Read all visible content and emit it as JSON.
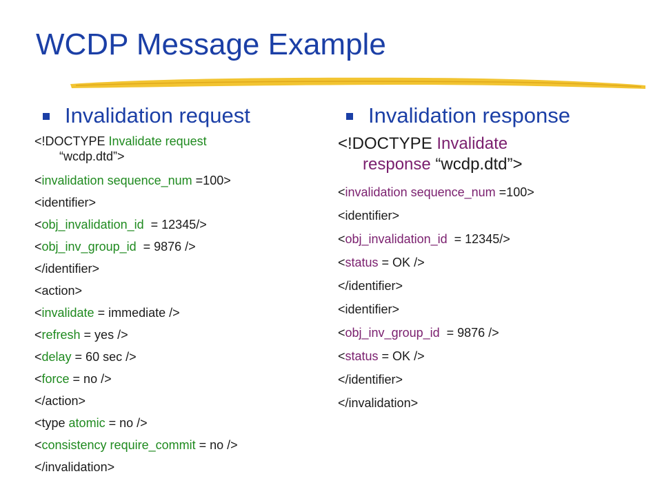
{
  "slide": {
    "title": "WCDP Message Example"
  },
  "left": {
    "heading": "Invalidation request",
    "doctype": {
      "pre": "<!DOCTYPE ",
      "g1": "Invalidate request",
      "post": "“wcdp.dtd”>"
    },
    "lines": [
      {
        "pre": "<",
        "kw": "invalidation sequence_num",
        "post": " =100>"
      },
      {
        "pre": "<identifier>",
        "kw": "",
        "post": ""
      },
      {
        "pre": "<",
        "kw": "obj_invalidation_id",
        "post": "  = 12345/>"
      },
      {
        "pre": "<",
        "kw": "obj_inv_group_id",
        "post": "  = 9876 />"
      },
      {
        "pre": "</identifier>",
        "kw": "",
        "post": ""
      },
      {
        "pre": "<action>",
        "kw": "",
        "post": ""
      },
      {
        "pre": "<",
        "kw": "invalidate",
        "post": " = immediate />"
      },
      {
        "pre": "<",
        "kw": "refresh",
        "post": " = yes />"
      },
      {
        "pre": "<",
        "kw": "delay",
        "post": " = 60 sec />"
      },
      {
        "pre": "<",
        "kw": "force",
        "post": " = no />"
      },
      {
        "pre": "</action>",
        "kw": "",
        "post": ""
      },
      {
        "pre": "<type ",
        "kw": "atomic",
        "post": " = no />"
      },
      {
        "pre": "<",
        "kw": "consistency require_commit",
        "post": " = no />"
      },
      {
        "pre": "</invalidation>",
        "kw": "",
        "post": ""
      }
    ]
  },
  "right": {
    "heading": "Invalidation response",
    "doctype": {
      "pre": "<!DOCTYPE ",
      "p1": "Invalidate",
      "p2": "response",
      "post": "  “wcdp.dtd”>"
    },
    "lines": [
      {
        "pre": "<",
        "kw": "invalidation sequence_num",
        "post": " =100>"
      },
      {
        "pre": "<identifier>",
        "kw": "",
        "post": ""
      },
      {
        "pre": "<",
        "kw": "obj_invalidation_id",
        "post": "  = 12345/>"
      },
      {
        "pre": "<",
        "kw": "status",
        "post": " = OK />"
      },
      {
        "pre": "</identifier>",
        "kw": "",
        "post": ""
      },
      {
        "pre": "<identifier>",
        "kw": "",
        "post": ""
      },
      {
        "pre": "<",
        "kw": "obj_inv_group_id",
        "post": "  = 9876 />"
      },
      {
        "pre": "<",
        "kw": "status",
        "post": " = OK />"
      },
      {
        "pre": "</identifier>",
        "kw": "",
        "post": ""
      },
      {
        "pre": "</invalidation>",
        "kw": "",
        "post": ""
      }
    ]
  },
  "colors": {
    "title": "#1b3fa6",
    "keyword_green": "#1f8a1f",
    "keyword_purple": "#7a1f6e",
    "underline": "#f2c431"
  }
}
